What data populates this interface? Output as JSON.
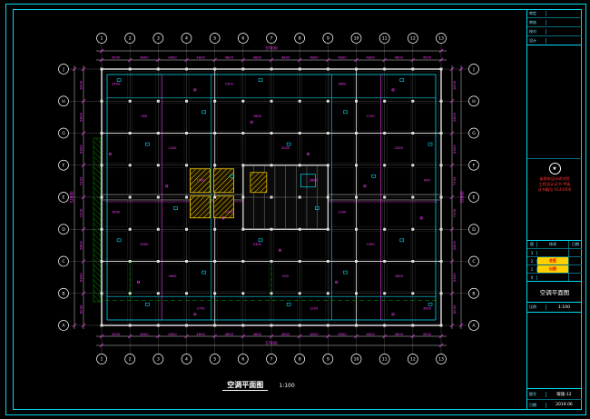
{
  "page": {
    "bg": "#000000",
    "frame_color": "#00d9f2"
  },
  "plan": {
    "caption": "空调平面图",
    "scale": "1:100",
    "cols": [
      "1",
      "2",
      "3",
      "4",
      "5",
      "6",
      "7",
      "8",
      "9",
      "10",
      "11",
      "12",
      "13"
    ],
    "rows": [
      "A",
      "B",
      "C",
      "D",
      "E",
      "F",
      "G",
      "H",
      "J"
    ],
    "col_dims": [
      "4500",
      "4800",
      "4800",
      "4800",
      "4800",
      "4800",
      "4800",
      "4800",
      "4800",
      "4800",
      "4800",
      "4500"
    ],
    "row_dims": [
      "6000",
      "6600",
      "6600",
      "7200",
      "7200",
      "6600",
      "6600",
      "6000"
    ],
    "total_width": "57000",
    "total_height": "52800",
    "sub_dims": [
      "2400",
      "1500",
      "3600",
      "900",
      "1800",
      "2700",
      "1200",
      "3000"
    ],
    "colors": {
      "grid": "#4c4c4c",
      "wall": "#e6e6e6",
      "dim": "#ff3bff",
      "duct": "#00d9f2",
      "core": "#ffd000",
      "green": "#00b400",
      "axis_text": "#ffffff"
    }
  },
  "title_block": {
    "top_fields": [
      {
        "label": "审定",
        "value": ""
      },
      {
        "label": "审核",
        "value": ""
      },
      {
        "label": "校对",
        "value": ""
      },
      {
        "label": "设计",
        "value": ""
      }
    ],
    "stamp_lines": [
      "省建筑设计研究院",
      "工程设计证书 甲级",
      "证书编号 A143000"
    ],
    "revisions": {
      "headers": [
        "版",
        "修改",
        "日期"
      ],
      "rows": [
        {
          "no": "3",
          "desc": "",
          "date": "",
          "hl": false
        },
        {
          "no": "2",
          "desc": "会签",
          "date": "",
          "hl": true
        },
        {
          "no": "1",
          "desc": "出图",
          "date": "",
          "hl": true
        },
        {
          "no": "0",
          "desc": "",
          "date": "",
          "hl": false
        }
      ]
    },
    "drawing_name": "空调平面图",
    "scale_label": "比例",
    "scale": "1:100",
    "bottom_fields": [
      {
        "label": "图号",
        "value": "暖施-12"
      },
      {
        "label": "日期",
        "value": "2019.06"
      }
    ]
  }
}
